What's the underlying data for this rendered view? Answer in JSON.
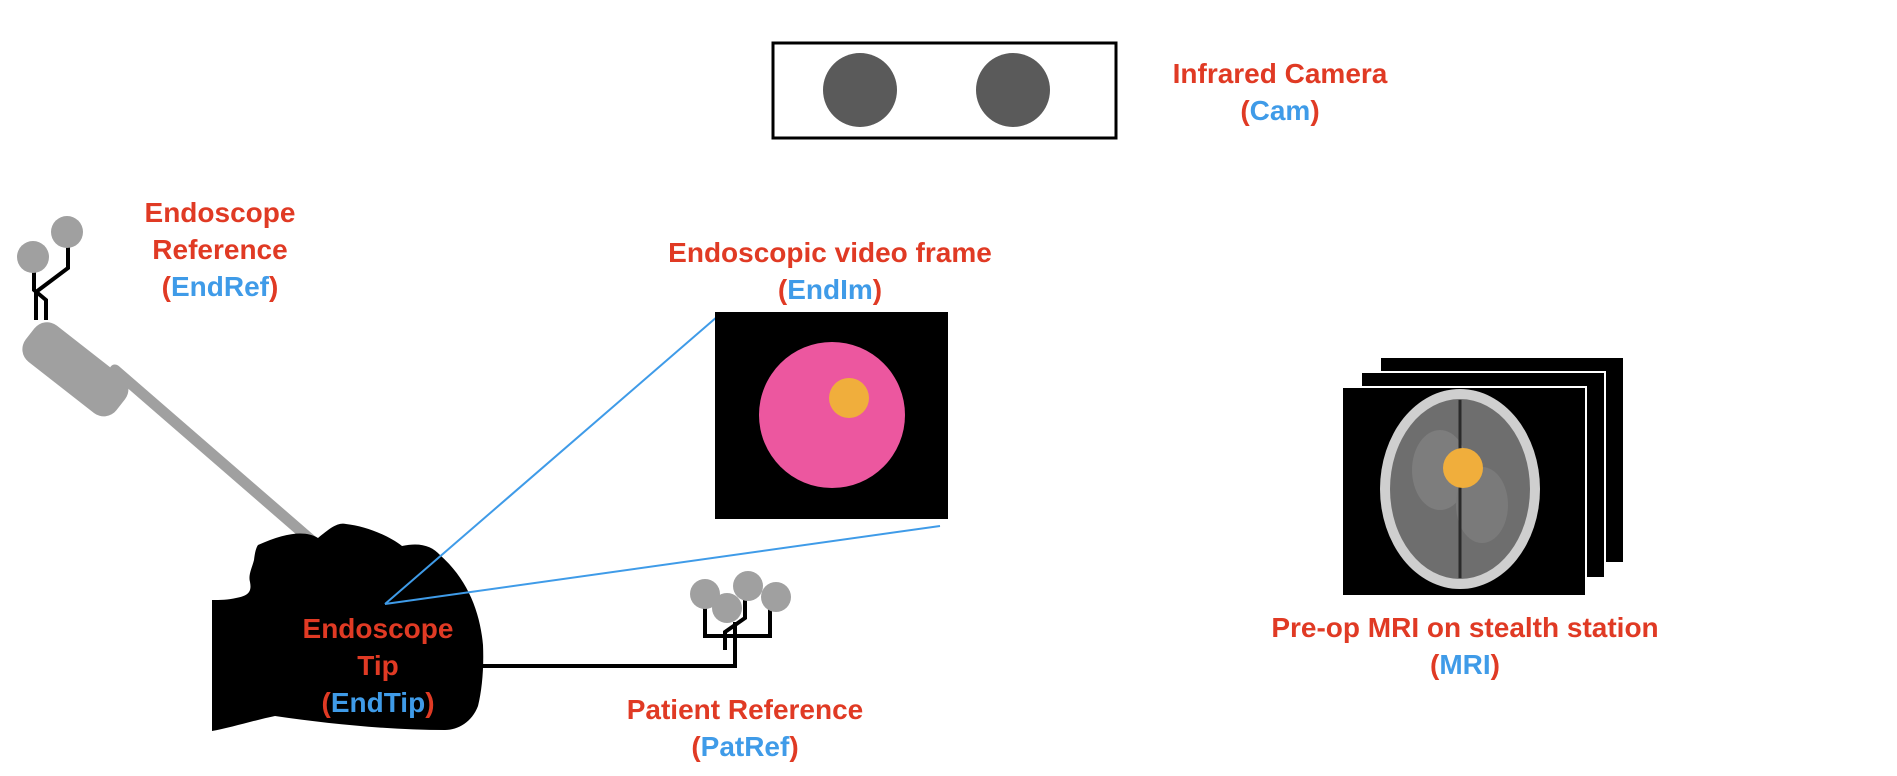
{
  "colors": {
    "label_red": "#e03a24",
    "abbr_blue": "#3f9be8",
    "marker_gray": "#a0a0a0",
    "lens_gray": "#5a5a5a",
    "tissue_pink": "#ec579f",
    "tumor_orange": "#f0ae3c",
    "ray_blue": "#3f9be8"
  },
  "labels": {
    "camera": {
      "name": "Infrared Camera",
      "abbr": "Cam"
    },
    "endoscope_ref": {
      "line1": "Endoscope",
      "line2": "Reference",
      "abbr": "EndRef"
    },
    "video_frame": {
      "name": "Endoscopic video frame",
      "abbr": "EndIm"
    },
    "endoscope_tip": {
      "line1": "Endoscope",
      "line2": "Tip",
      "abbr": "EndTip"
    },
    "patient_ref": {
      "name": "Patient Reference",
      "abbr": "PatRef"
    },
    "mri": {
      "name": "Pre-op MRI on stealth station",
      "abbr": "MRI"
    }
  },
  "icons": {
    "camera": "infrared-camera-icon",
    "endoscope": "endoscope-icon",
    "head": "patient-head-silhouette",
    "patient_marker": "tracking-marker-icon",
    "endoscope_marker": "tracking-marker-icon",
    "mri_stack": "mri-brain-scan-stack"
  }
}
